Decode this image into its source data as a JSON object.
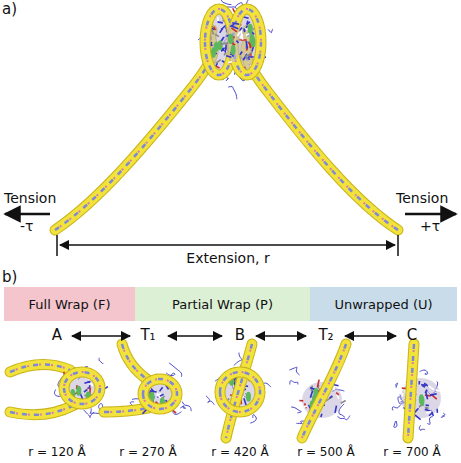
{
  "diagram": {
    "nodes": [
      {
        "text": [
          "Full Wrap (F)"
        ]
      },
      {
        "text": [
          "Partial Wrap (P)"
        ]
      },
      {
        "text": [
          "Unwrapped (U)"
        ]
      }
    ],
    "labels": [
      "a)",
      "Tension",
      "-τ",
      "Tension",
      "+τ",
      "Extension, r",
      "b)",
      "A",
      "T₁",
      "B",
      "T₂",
      "C",
      "r = 120 Å",
      "r = 270 Å",
      "r = 420 Å",
      "r = 500 Å",
      "r = 700 Å"
    ]
  }
}
